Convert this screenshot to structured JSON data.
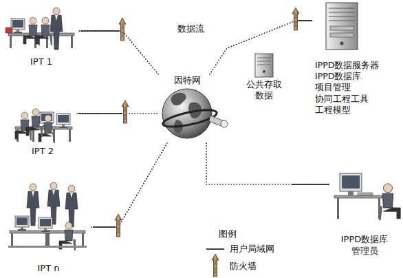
{
  "diagram": {
    "nodes": [
      {
        "text": [
          "IPT 1"
        ]
      },
      {
        "text": [
          "IPPD数据服务器",
          "IPPD数据库",
          "项目管理",
          "协同工程工具",
          "工程模型"
        ]
      },
      {
        "text": [
          "公共存取数据"
        ]
      },
      {
        "text": [
          "因特网"
        ]
      },
      {
        "text": [
          "IPT 2"
        ]
      },
      {
        "text": [
          "IPPD数据库管理员"
        ]
      },
      {
        "text": [
          "IPT n"
        ]
      }
    ],
    "edges": [
      {
        "from": 0,
        "to": 3,
        "arrow": "none"
      },
      {
        "from": 3,
        "to": 1,
        "arrow": "none"
      },
      {
        "from": 4,
        "to": 3,
        "arrow": "none"
      },
      {
        "from": 3,
        "to": 5,
        "arrow": "none"
      },
      {
        "from": 6,
        "to": 3,
        "arrow": "none"
      }
    ],
    "labels": [
      "数据流",
      "图例"
    ],
    "legend": [
      {
        "text": "用户局域网"
      },
      {
        "text": "防火墙"
      }
    ]
  }
}
